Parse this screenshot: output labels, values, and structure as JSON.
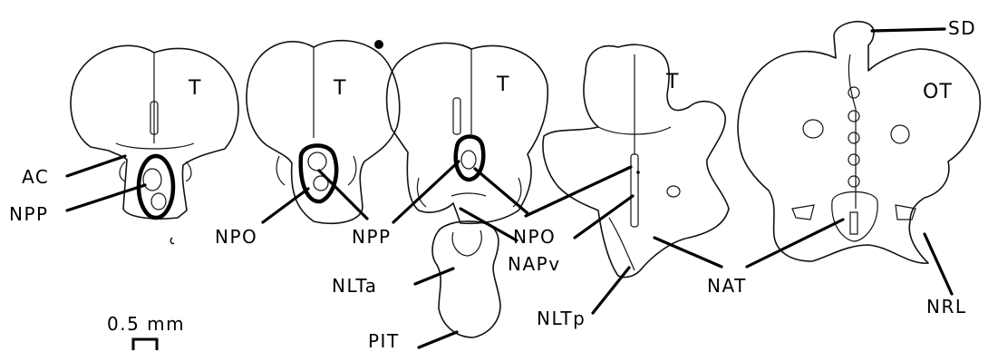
{
  "labels": {
    "T": "T",
    "OT": "OT",
    "SD": "SD",
    "AC": "AC",
    "NPP": "NPP",
    "NPO": "NPO",
    "NLTa": "NLTa",
    "NAPv": "NAPv",
    "NLTp": "NLTp",
    "NAT": "NAT",
    "NRL": "NRL",
    "PIT": "PIT"
  },
  "scale_bar": {
    "label": "0.5 mm"
  }
}
